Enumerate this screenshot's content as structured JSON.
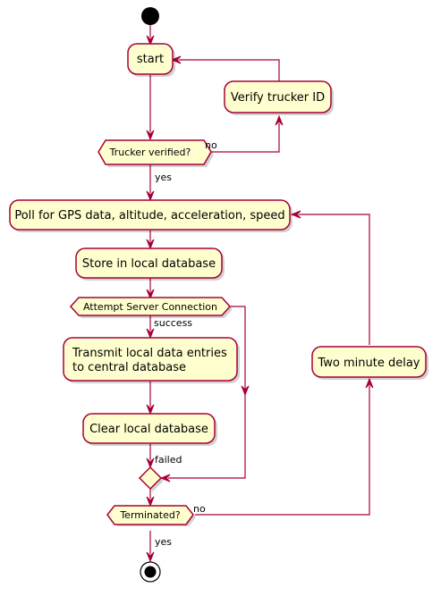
{
  "diagram": {
    "nodes": {
      "start": "start",
      "verify_id": "Verify trucker ID",
      "trucker_verified": "Trucker verified?",
      "poll_gps": "Poll for GPS data, altitude, acceleration, speed",
      "store_local": "Store in local database",
      "attempt_connection": "Attempt Server Connection",
      "transmit_line1": "Transmit local data entries",
      "transmit_line2": "to central database",
      "clear_local": "Clear local database",
      "delay": "Two minute delay",
      "terminated": "Terminated?"
    },
    "edge_labels": {
      "verified_no": "no",
      "verified_yes": "yes",
      "connection_success": "success",
      "connection_failed": "failed",
      "terminated_no": "no",
      "terminated_yes": "yes"
    },
    "colors": {
      "node_fill": "#FEFECE",
      "node_border": "#A80036",
      "edge": "#A80036",
      "start_end": "#000000"
    }
  }
}
